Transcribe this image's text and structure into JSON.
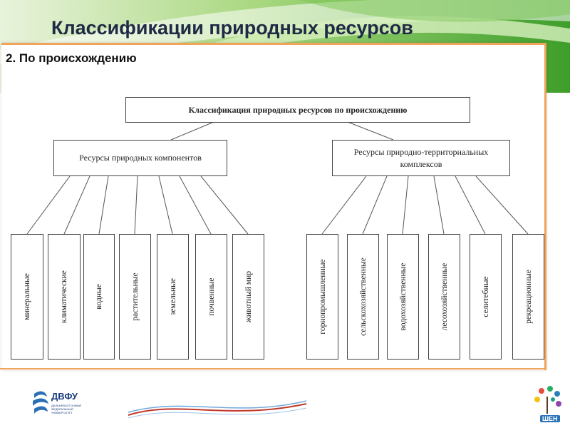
{
  "slide": {
    "title": "Классификации природных ресурсов",
    "subtitle": "2. По происхождению"
  },
  "diagram": {
    "root": "Классификация природных ресурсов по происхождению",
    "groups": [
      {
        "label": "Ресурсы природных компонентов",
        "leaves": [
          "минеральные",
          "климатические",
          "водные",
          "растительные",
          "земельные",
          "почвенные",
          "животный мир"
        ]
      },
      {
        "label": "Ресурсы природно-территориальных комплексов",
        "leaves": [
          "горнопромышленные",
          "сельскохозяйственные",
          "водохозяйственные",
          "лесохозяйственные",
          "селитебные",
          "рекреационные"
        ]
      }
    ]
  },
  "footer": {
    "logo_text": "ДВФУ",
    "logo_subtext": "ДАЛЬНЕВОСТОЧНЫЙ ФЕДЕРАЛЬНЫЙ УНИВЕРСИТЕТ",
    "right_logo_text": "ШЕН"
  },
  "colors": {
    "header_green": "#5bb53a",
    "accent_orange": "#f0a35a",
    "title_text": "#1f2a44"
  }
}
